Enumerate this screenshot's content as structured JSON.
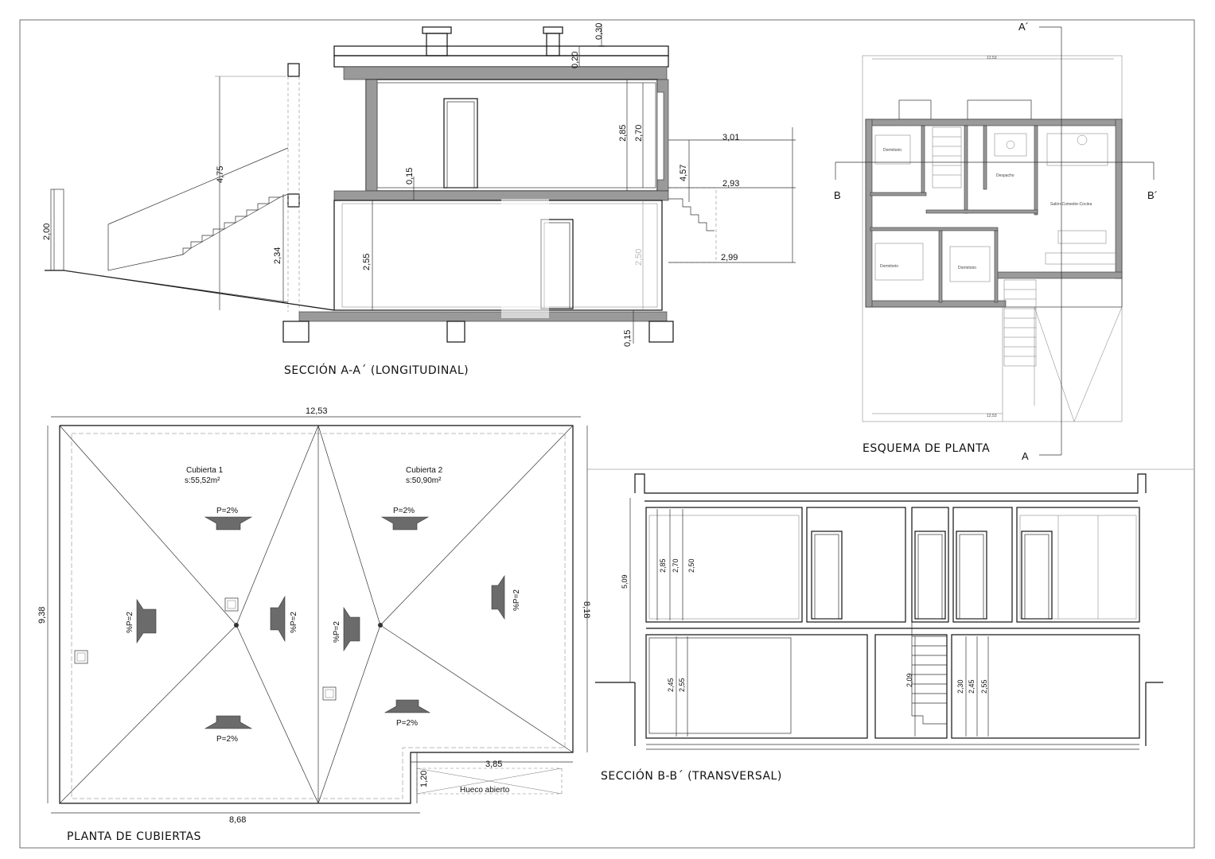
{
  "section_aa": {
    "title": "SECCIÓN A-A´ (LONGITUDINAL)",
    "dims": {
      "d030": "0,30",
      "d020": "0,20",
      "d475": "4,75",
      "d285": "2,85",
      "d270": "2,70",
      "d015_top": "0,15",
      "d301": "3,01",
      "d457": "4,57",
      "d293": "2,93",
      "d200": "2,00",
      "d234": "2,34",
      "d255": "2,55",
      "d250": "2,50",
      "d299": "2,99",
      "d015_bot": "0,15"
    }
  },
  "plan": {
    "title": "ESQUEMA DE PLANTA",
    "marker_a_prime": "A´",
    "marker_a": "A",
    "marker_b": "B",
    "marker_b_prime": "B´"
  },
  "roof": {
    "title": "PLANTA DE CUBIERTAS",
    "dim_top": "12,53",
    "dim_left": "9,38",
    "dim_right": "8,18",
    "dim_bottom": "8,68",
    "dim_opening_w": "3,85",
    "dim_opening_h": "1,20",
    "opening_label": "Hueco abierto",
    "cubierta1_name": "Cubierta 1",
    "cubierta1_area": "s:55,52m²",
    "cubierta2_name": "Cubierta 2",
    "cubierta2_area": "s:50,90m²",
    "slope_p": "P=2%",
    "slope_pct": "%P=2"
  },
  "section_bb": {
    "title": "SECCIÓN B-B´ (TRANSVERSAL)",
    "dims": {
      "d509": "5,09",
      "d285": "2,85",
      "d270": "2,70",
      "d250": "2,50",
      "d245": "2,45",
      "d255": "2,55",
      "d209": "2,09",
      "d230": "2,30"
    }
  }
}
